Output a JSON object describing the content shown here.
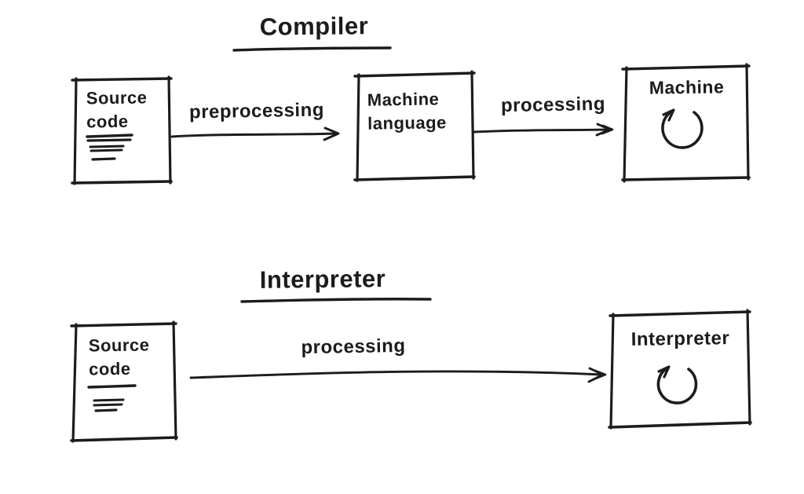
{
  "colors": {
    "ink": "#1c1c1c",
    "background": "#ffffff"
  },
  "compiler_flow": {
    "title": "Compiler",
    "nodes": {
      "source": {
        "line1": "Source",
        "line2": "code",
        "icon": "document-text-lines"
      },
      "machine_language": {
        "line1": "Machine",
        "line2": "language"
      },
      "machine": {
        "label": "Machine",
        "icon": "circular-loop-arrow"
      }
    },
    "edges": {
      "preprocessing": "preprocessing",
      "processing": "processing"
    }
  },
  "interpreter_flow": {
    "title": "Interpreter",
    "nodes": {
      "source": {
        "line1": "Source",
        "line2": "code",
        "icon": "document-text-lines"
      },
      "interpreter": {
        "label": "Interpreter",
        "icon": "circular-loop-arrow"
      }
    },
    "edges": {
      "processing": "processing"
    }
  }
}
